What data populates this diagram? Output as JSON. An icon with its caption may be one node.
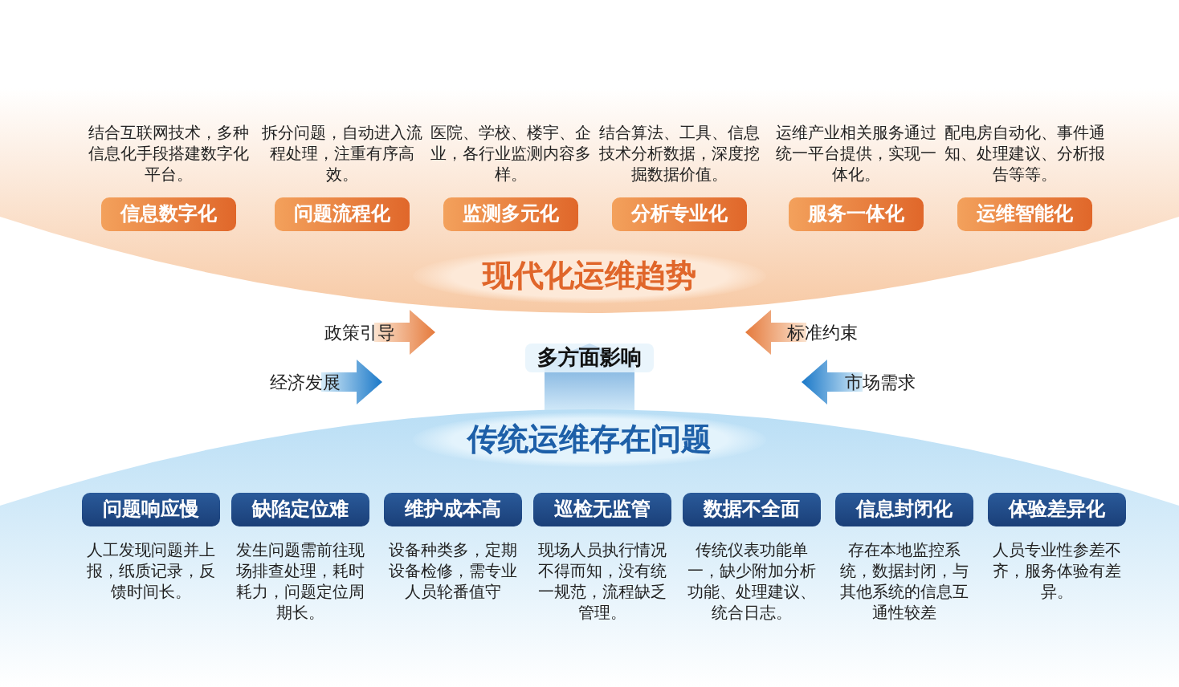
{
  "diagram": {
    "nodes": [
      {
        "text": [
          "现代化运维趋势"
        ]
      },
      {
        "text": [
          "结合互联网技术，多种信息化手段搭建数字化平台。",
          "信息数字化"
        ],
        "in": 0
      },
      {
        "text": [
          "拆分问题，自动进入流程处理，注重有序高效。",
          "问题流程化"
        ],
        "in": 0
      },
      {
        "text": [
          "医院、学校、楼宇、企业，各行业监测内容多样。",
          "监测多元化"
        ],
        "in": 0
      },
      {
        "text": [
          "结合算法、工具、信息技术分析数据，深度挖掘数据价值。",
          "分析专业化"
        ],
        "in": 0
      },
      {
        "text": [
          "运维产业相关服务通过统一平台提供，实现一体化。",
          "服务一体化"
        ],
        "in": 0
      },
      {
        "text": [
          "配电房自动化、事件通知、处理建议、分析报告等等。",
          "运维智能化"
        ],
        "in": 0
      },
      {
        "text": [
          "传统运维存在问题"
        ]
      },
      {
        "text": [
          "问题响应慢",
          "人工发现问题并上报，纸质记录，反馈时间长。"
        ],
        "in": 7
      },
      {
        "text": [
          "缺陷定位难",
          "发生问题需前往现场排查处理，耗时耗力，问题定位周期长。"
        ],
        "in": 7
      },
      {
        "text": [
          "维护成本高",
          "设备种类多，定期设备检修，需专业人员轮番值守"
        ],
        "in": 7
      },
      {
        "text": [
          "巡检无监管",
          "现场人员执行情况不得而知，没有统一规范，流程缺乏管理。"
        ],
        "in": 7
      },
      {
        "text": [
          "数据不全面",
          "传统仪表功能单一，缺少附加分析功能、处理建议、统合日志。"
        ],
        "in": 7
      },
      {
        "text": [
          "信息封闭化",
          "存在本地监控系统，数据封闭，与其他系统的信息互通性较差"
        ],
        "in": 7
      },
      {
        "text": [
          "体验差异化",
          "人员专业性参差不齐，服务体验有差异。"
        ],
        "in": 7
      }
    ],
    "edges": [
      {
        "from": 7,
        "to": 0,
        "arrow": "to",
        "label": "多方面影响"
      }
    ],
    "labels": [
      "政策引导",
      "标准约束",
      "经济发展",
      "市场需求"
    ]
  }
}
